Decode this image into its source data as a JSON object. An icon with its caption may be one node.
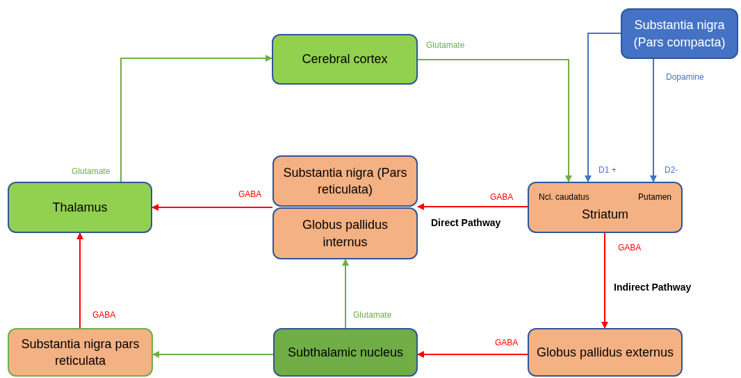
{
  "diagram": {
    "nodes": [
      {
        "text": [
          "Cerebral cortex"
        ]
      },
      {
        "text": [
          "Substantia nigra (Pars compacta)"
        ]
      },
      {
        "text": [
          "Substantia nigra (Pars reticulata)"
        ]
      },
      {
        "text": [
          "Globus pallidus internus"
        ]
      },
      {
        "text": [
          "Thalamus"
        ]
      },
      {
        "text": [
          "Ncl. caudatus",
          "Putamen",
          "Striatum"
        ]
      },
      {
        "text": [
          "Substantia nigra pars reticulata"
        ]
      },
      {
        "text": [
          "Subthalamic nucleus"
        ]
      },
      {
        "text": [
          "Globus pallidus externus"
        ]
      }
    ],
    "edges": [
      {
        "from": 4,
        "to": 0,
        "arrow": "to",
        "label": "Glutamate",
        "color": "#70ad47"
      },
      {
        "from": 0,
        "to": 5,
        "arrow": "to",
        "label": "Glutamate",
        "color": "#70ad47"
      },
      {
        "from": 1,
        "to": 5,
        "arrow": "to",
        "label": "D1 +",
        "color": "#4472c4"
      },
      {
        "from": 1,
        "to": 5,
        "arrow": "to",
        "label": "D2-",
        "color": "#4472c4"
      },
      {
        "from": 3,
        "to": 4,
        "arrow": "to",
        "label": "GABA"
      },
      {
        "from": 5,
        "to": 3,
        "arrow": "to",
        "label": "GABA"
      },
      {
        "from": 5,
        "to": 8,
        "arrow": "to",
        "label": "GABA"
      },
      {
        "from": 8,
        "to": 7,
        "arrow": "to",
        "label": "GABA"
      },
      {
        "from": 7,
        "to": 3,
        "arrow": "to",
        "label": "Glutamate",
        "color": "#70ad47"
      },
      {
        "from": 7,
        "to": 6,
        "arrow": "to",
        "color": "#70ad47"
      },
      {
        "from": 6,
        "to": 4,
        "arrow": "to",
        "label": "GABA"
      }
    ],
    "labels": [
      "Dopamine",
      "Direct Pathway",
      "Indirect Pathway"
    ]
  }
}
